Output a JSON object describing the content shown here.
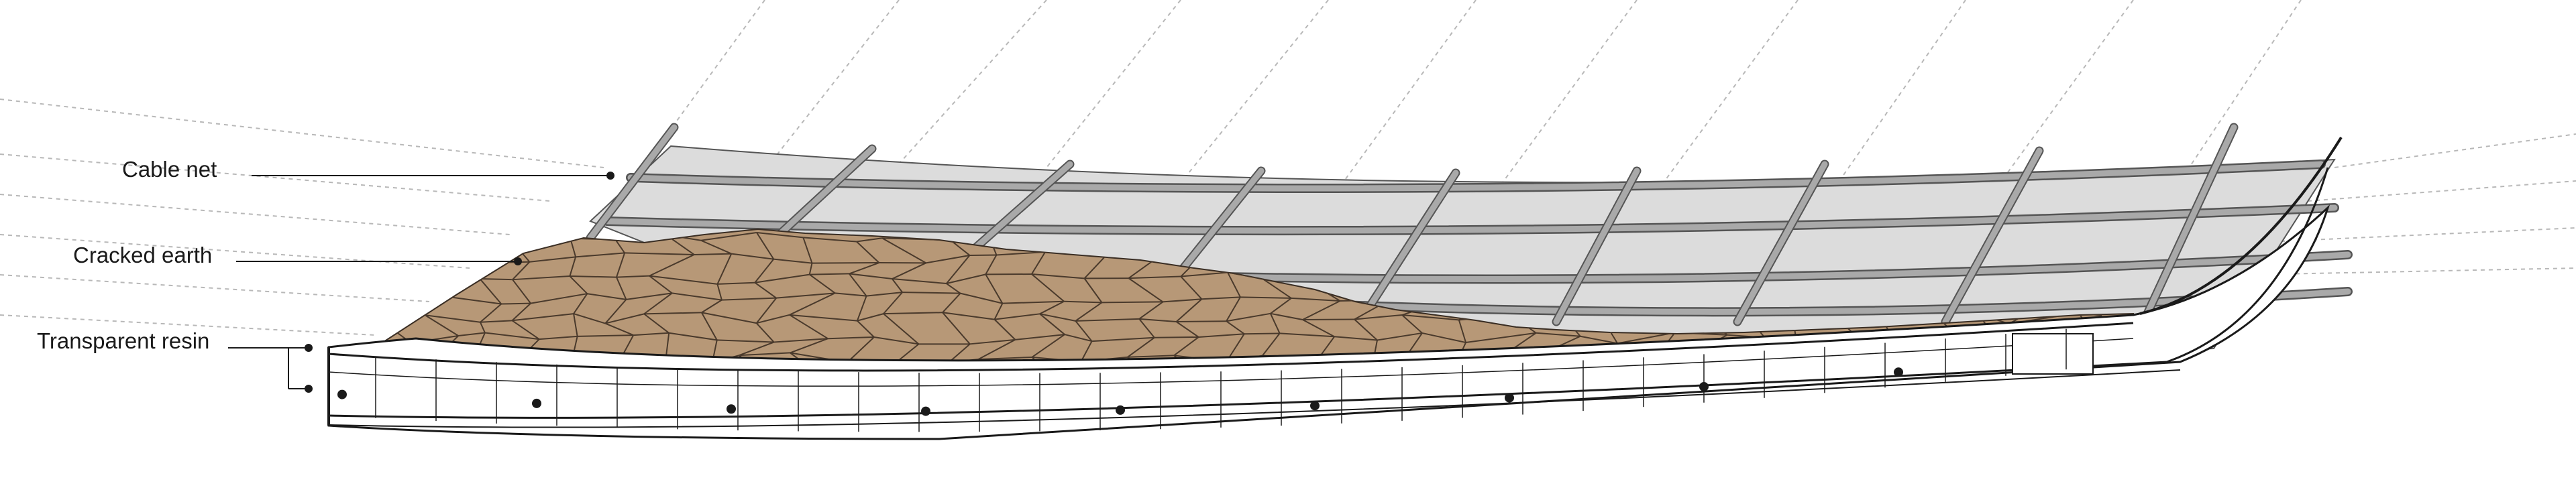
{
  "labels": {
    "cable_net": "Cable net",
    "cracked_earth": "Cracked earth",
    "transparent_resin": "Transparent resin"
  },
  "colors": {
    "earth_fill": "#b79877",
    "earth_crack": "#4a3a2c",
    "membrane": "#dcdcdc",
    "cable": "#a9a9a9",
    "outline": "#1a1a1a",
    "guide": "#b8b8b8"
  }
}
